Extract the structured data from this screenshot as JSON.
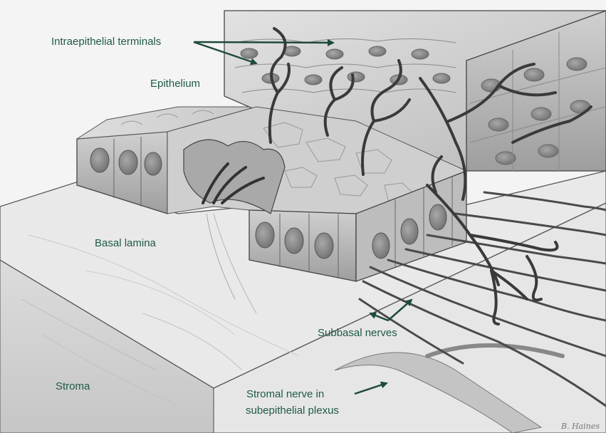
{
  "labels": {
    "intraepithelial": "Intraepithelial terminals",
    "epithelium": "Epithelium",
    "basal_lamina": "Basal lamina",
    "stroma": "Stroma",
    "subbasal": "Subbasal nerves",
    "stromal_line1": "Stromal nerve in",
    "stromal_line2": "subepithelial plexus"
  },
  "signature": "B. Haines",
  "colors": {
    "label_text": "#1e5a48",
    "arrow": "#1e4a3c",
    "line_art": "#3a3a3a",
    "background": "#f4f4f4"
  }
}
